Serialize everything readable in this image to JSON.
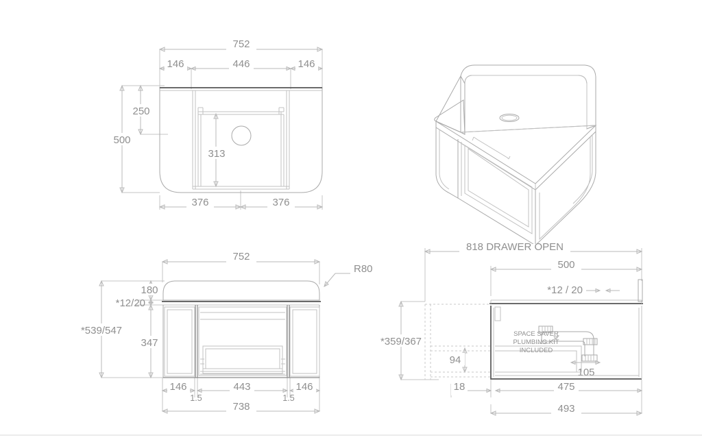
{
  "drawing": {
    "title": "Wall-hung vanity unit technical drawing",
    "units": "mm",
    "views": [
      {
        "id": "plan",
        "name": "Plan view (top)"
      },
      {
        "id": "iso",
        "name": "Isometric 3D view"
      },
      {
        "id": "front",
        "name": "Front elevation"
      },
      {
        "id": "side",
        "name": "Side section view"
      }
    ]
  },
  "plan": {
    "overall_width": "752",
    "left_segment": "146",
    "centre_segment": "446",
    "right_segment": "146",
    "overall_depth": "500",
    "top_depth": "250",
    "basin_depth": "313",
    "half_width_left": "376",
    "half_width_right": "376"
  },
  "front": {
    "overall_width": "752",
    "corner_radius": "R80",
    "top_height": "180",
    "top_thickness": "*12/20",
    "overall_height": "*539/547",
    "cabinet_height": "347",
    "left_door": "146",
    "gap_left": "1.5",
    "drawer_width": "443",
    "gap_right": "1.5",
    "right_door": "146",
    "cabinet_width": "738"
  },
  "side": {
    "drawer_open": "818 DRAWER OPEN",
    "top_depth": "500",
    "top_thickness": "*12 / 20",
    "overall_height": "*359/367",
    "drawer_inner_height": "94",
    "trap_width": "105",
    "rear_gap": "18",
    "cabinet_depth": "475",
    "overall_depth": "493",
    "plumbing_note_line1": "SPACE SAVER",
    "plumbing_note_line2": "PLUMBING KIT",
    "plumbing_note_line3": "INCLUDED"
  },
  "colors": {
    "line": "#a9a9a9",
    "dimension": "#b9b9b9",
    "text": "#8f8f8f",
    "dark_edge": "#555555",
    "background": "#ffffff"
  }
}
